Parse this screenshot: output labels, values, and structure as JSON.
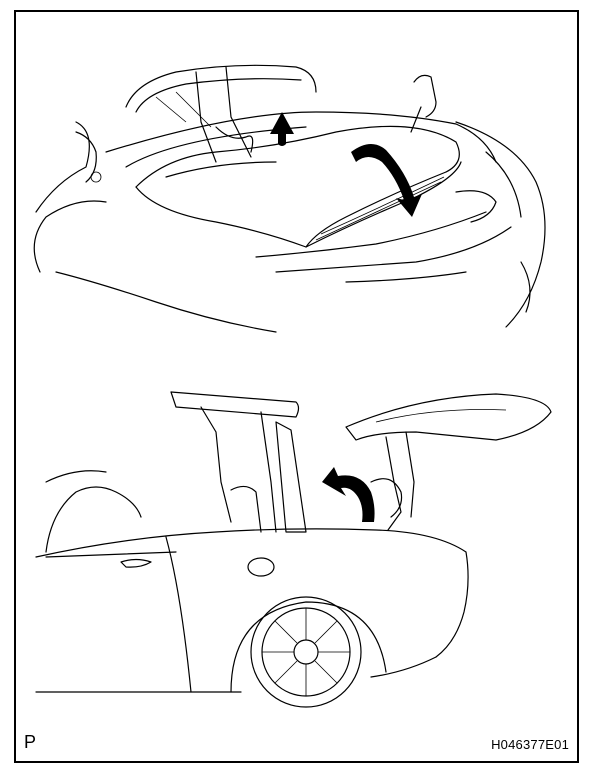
{
  "figure": {
    "corner_label": "P",
    "figure_id": "H046377E01"
  },
  "panels": [
    {
      "name": "top-view",
      "arrows": 2
    },
    {
      "name": "side-view",
      "arrows": 1
    }
  ],
  "colors": {
    "ink": "#000000",
    "paper": "#ffffff"
  }
}
